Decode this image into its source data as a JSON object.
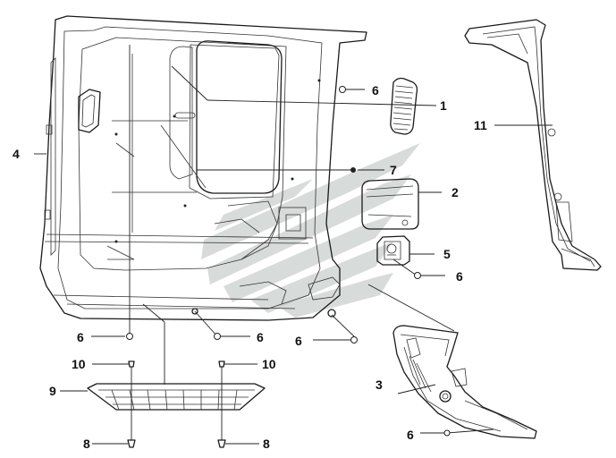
{
  "callouts": {
    "c1": "1",
    "c2": "2",
    "c3": "3",
    "c4": "4",
    "c5": "5",
    "c6_top": "6",
    "c6_p5": "6",
    "c6_bl": "6",
    "c6_bm": "6",
    "c6_br": "6",
    "c6_p3": "6",
    "c7": "7",
    "c8_l": "8",
    "c8_r": "8",
    "c9": "9",
    "c10_l": "10",
    "c10_r": "10",
    "c11": "11"
  }
}
